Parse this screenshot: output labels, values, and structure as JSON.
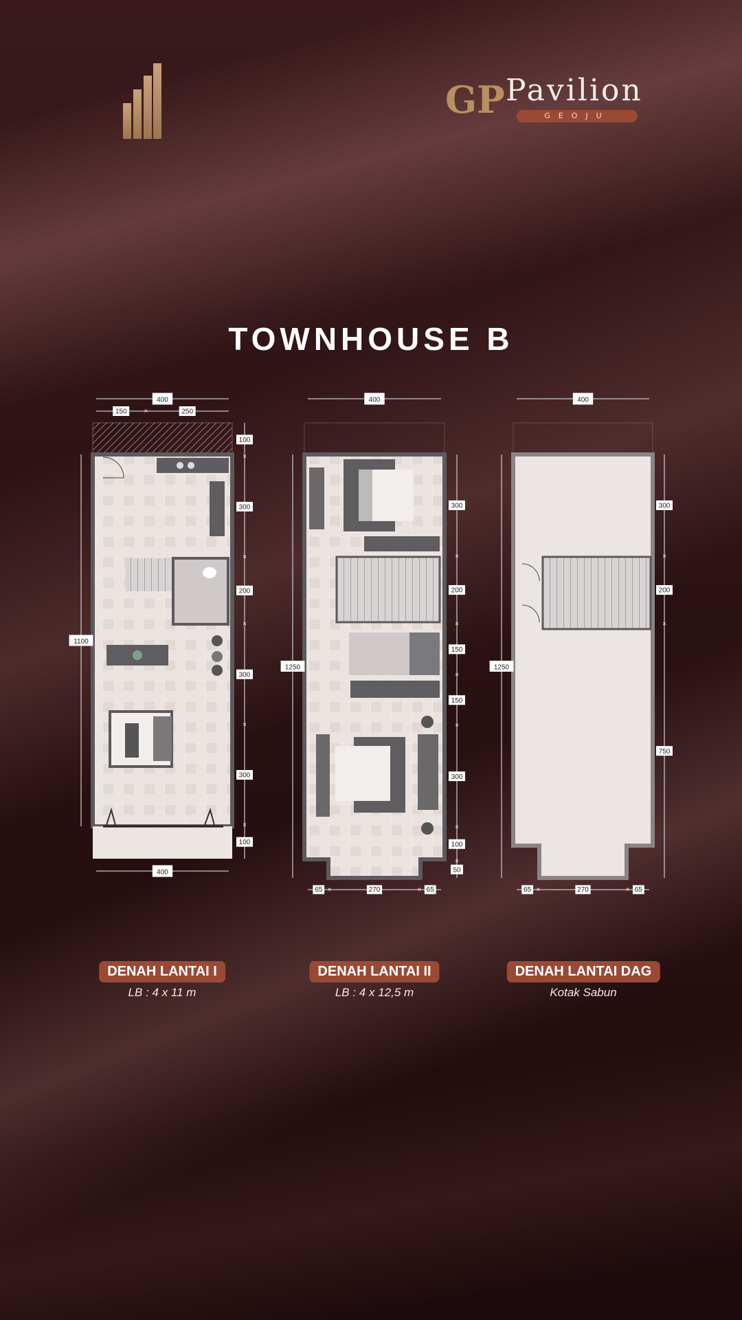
{
  "brand": {
    "monogram": "GP",
    "name": "Pavilion",
    "tagline": "GEOJU"
  },
  "title": "TOWNHOUSE B",
  "plans": [
    {
      "label": "DENAH LANTAI I",
      "caption": "LB : 4 x 11 m",
      "width_top": "400",
      "split_top": [
        "150",
        "250"
      ],
      "height": "1100",
      "right_dims": [
        "100",
        "300",
        "200",
        "300",
        "300",
        "100"
      ],
      "width_bottom": "400"
    },
    {
      "label": "DENAH LANTAI II",
      "caption": "LB : 4 x 12,5 m",
      "width_top": "400",
      "height": "1250",
      "right_dims": [
        "300",
        "200",
        "150",
        "150",
        "300",
        "100",
        "50"
      ],
      "bottom_dims": [
        "65",
        "270",
        "65"
      ]
    },
    {
      "label": "DENAH LANTAI DAG",
      "caption": "Kotak Sabun",
      "width_top": "400",
      "height": "1250",
      "right_dims": [
        "300",
        "200",
        "750"
      ],
      "bottom_dims": [
        "65",
        "270",
        "65"
      ]
    }
  ],
  "colors": {
    "accent": "#9a4a34",
    "gold": "#b8905f",
    "wall": "#5c5a5c",
    "floor": "#e9e1dd"
  }
}
